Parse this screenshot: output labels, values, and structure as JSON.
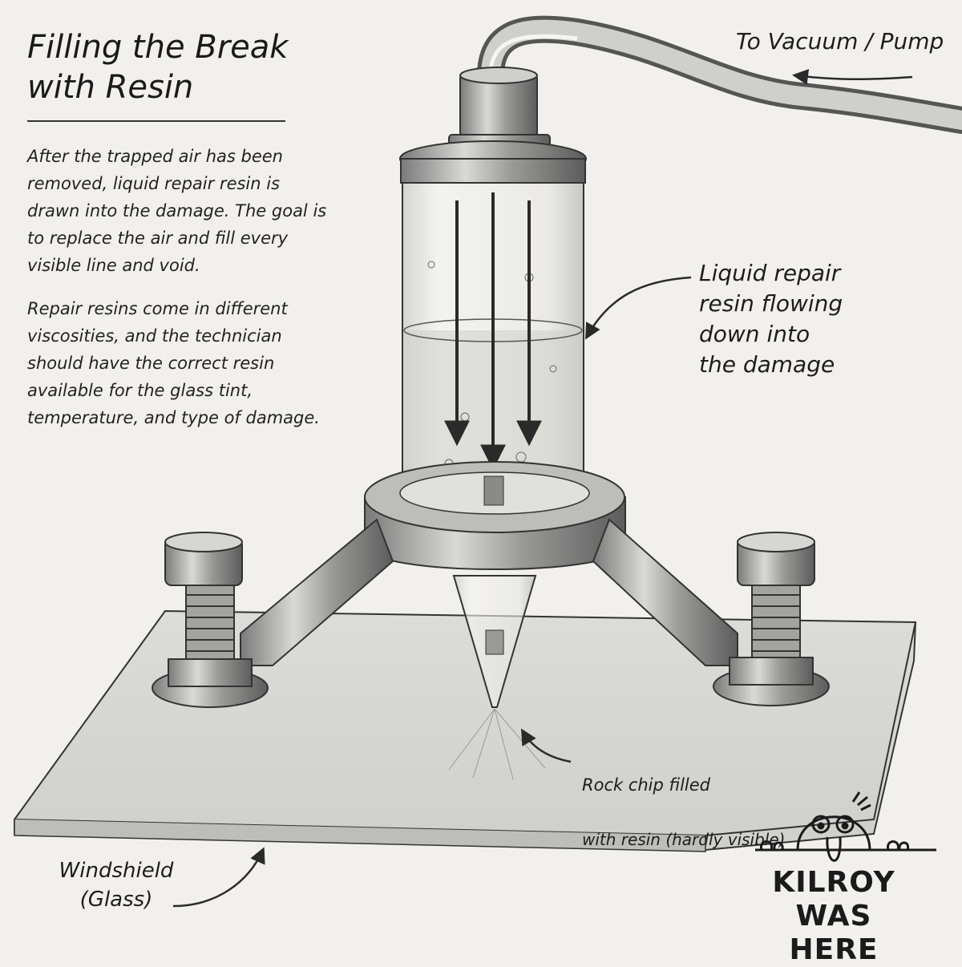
{
  "title": "Filling the Break with Resin",
  "paragraphs": [
    "After the trapped air has been removed, liquid repair resin is drawn into the damage. The goal is to replace the air and fill every visible line and void.",
    "Repair resins come in different viscosities, and the technician should have the correct resin available for the glass tint, temperature, and type of damage."
  ],
  "labels": {
    "vacuum": "To Vacuum / Pump",
    "resin_flow": "Liquid repair\nresin flowing\ndown into\nthe damage",
    "rock_chip_line1": "Rock chip filled",
    "rock_chip_line2": "with resin (hardly visible)",
    "windshield": "Windshield\n(Glass)"
  },
  "kilroy": "KILROY\nWAS HERE"
}
